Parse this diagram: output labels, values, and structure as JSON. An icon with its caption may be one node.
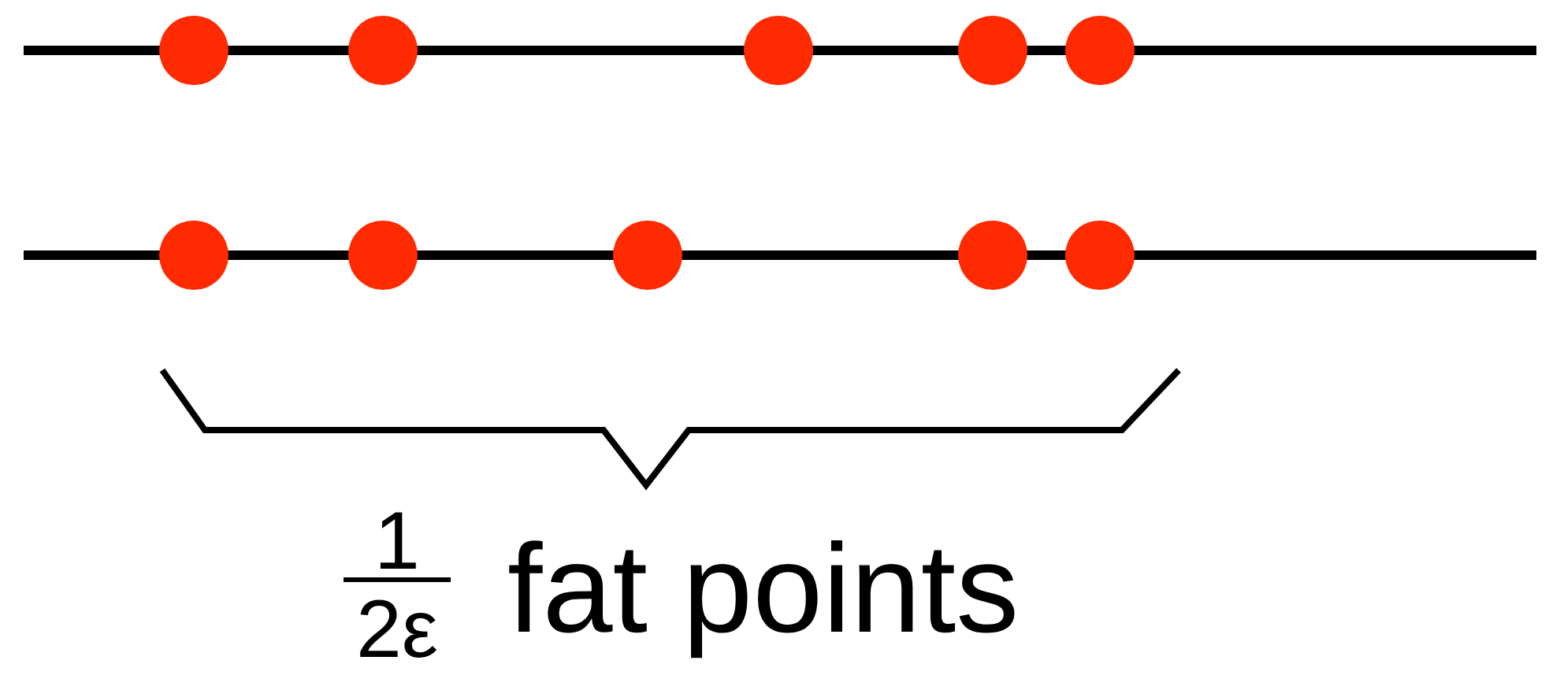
{
  "diagram": {
    "labels": [
      "1",
      "2ε",
      "fat points"
    ]
  }
}
